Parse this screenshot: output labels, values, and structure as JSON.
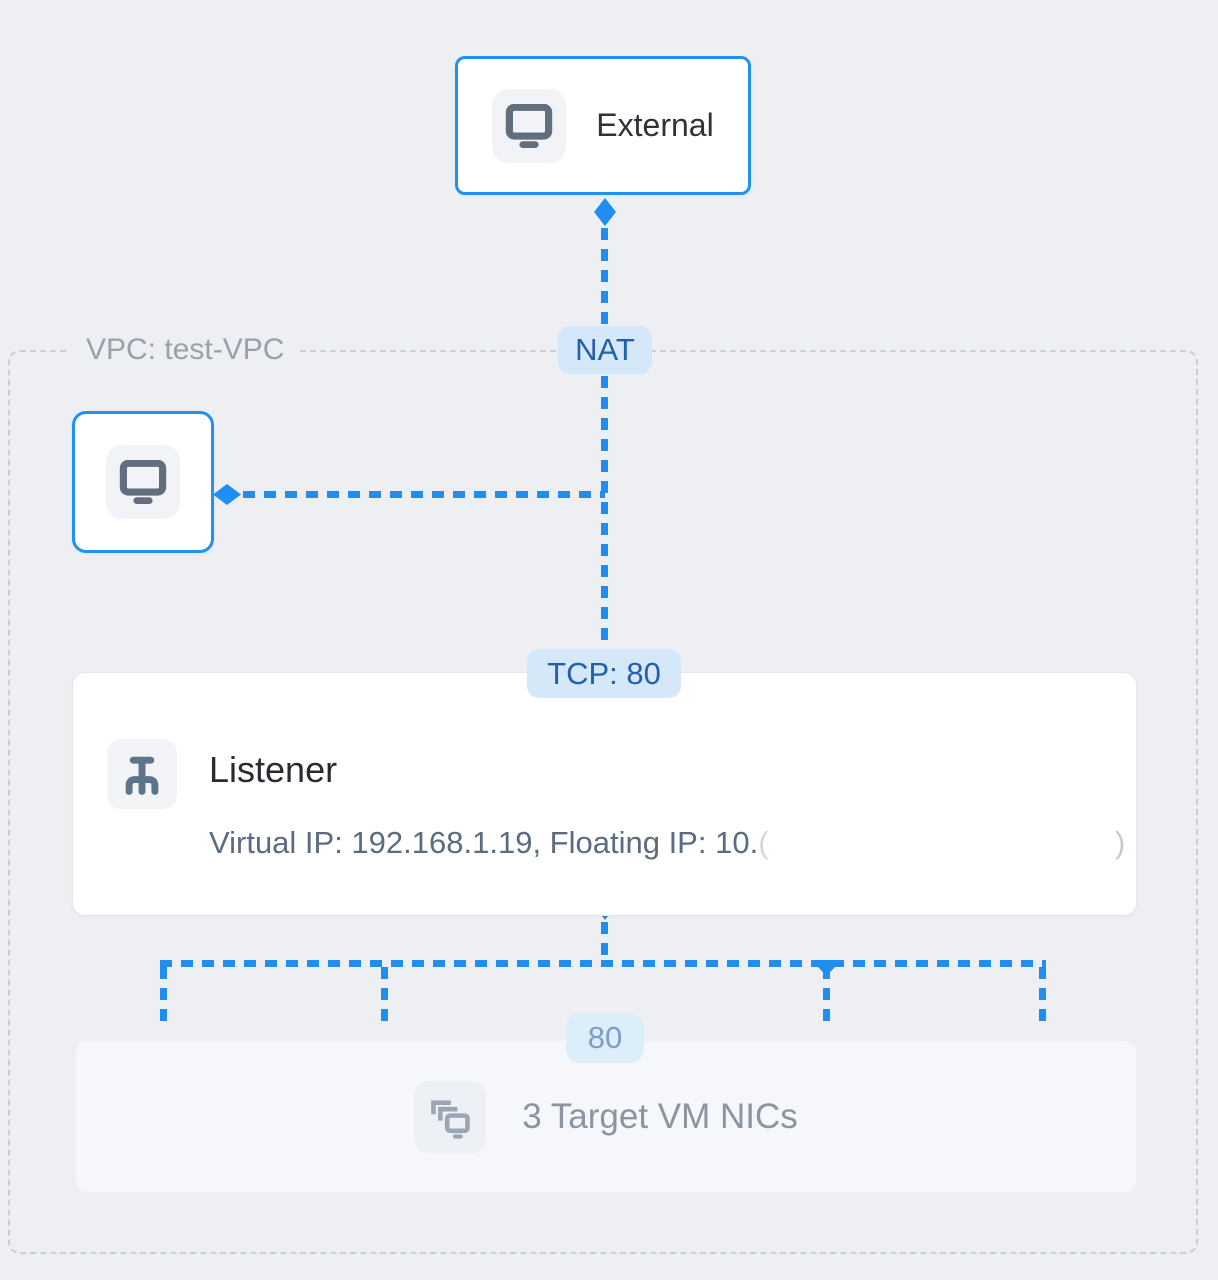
{
  "external": {
    "label": "External",
    "icon": "monitor-icon"
  },
  "vpc": {
    "label": "VPC: test-VPC"
  },
  "client": {
    "icon": "monitor-icon"
  },
  "edges": {
    "nat_badge": "NAT",
    "tcp_badge": "TCP: 80",
    "port_badge": "80"
  },
  "listener": {
    "icon": "load-balancer-icon",
    "title": "Listener",
    "ip_info": "Virtual IP: 192.168.1.19,  Floating IP: 10.",
    "paren_open": "(",
    "paren_close": ")"
  },
  "targets": {
    "icon": "stacked-vm-nics-icon",
    "label": "3 Target VM NICs"
  },
  "colors": {
    "page_bg": "#edeff3",
    "accent_blue": "#1f8ef0",
    "node_border_blue": "#2191f0",
    "badge_bg": "#d5e8fa",
    "badge_text": "#2260ab",
    "port_badge_bg": "#ddeefb",
    "port_badge_text": "#7f9dc7",
    "vpc_border": "#c9cfd7"
  }
}
